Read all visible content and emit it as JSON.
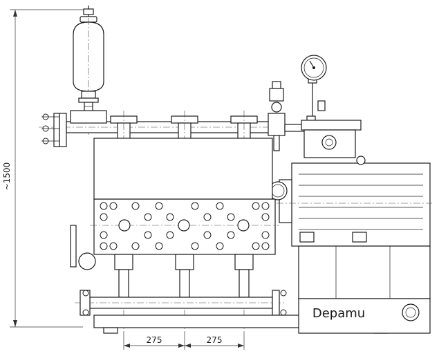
{
  "drawing": {
    "height_dimension": "~1500",
    "spacing_dimensions": [
      "275",
      "275"
    ],
    "brand": "Depamu"
  }
}
